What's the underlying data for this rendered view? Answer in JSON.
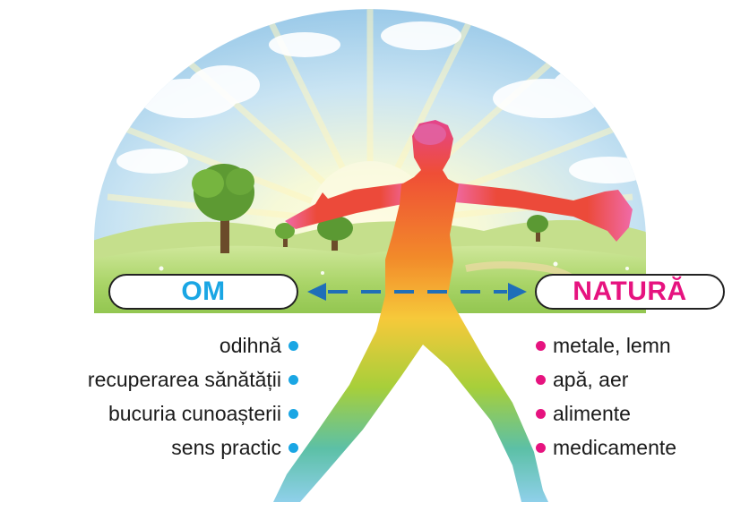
{
  "labels": {
    "human": "OM",
    "nature": "NATURĂ"
  },
  "colors": {
    "human_accent": "#1aa6e4",
    "nature_accent": "#e6137f",
    "arrow": "#1f6fb8"
  },
  "human_benefits": [
    "odihnă",
    "recuperarea sănătății",
    "bucuria cunoașterii",
    "sens practic"
  ],
  "nature_resources": [
    "metale, lemn",
    "apă, aer",
    "alimente",
    "medicamente"
  ],
  "scene_icons": [
    "sun-icon",
    "tree-icon",
    "human-figure-icon",
    "cloud-icon"
  ]
}
